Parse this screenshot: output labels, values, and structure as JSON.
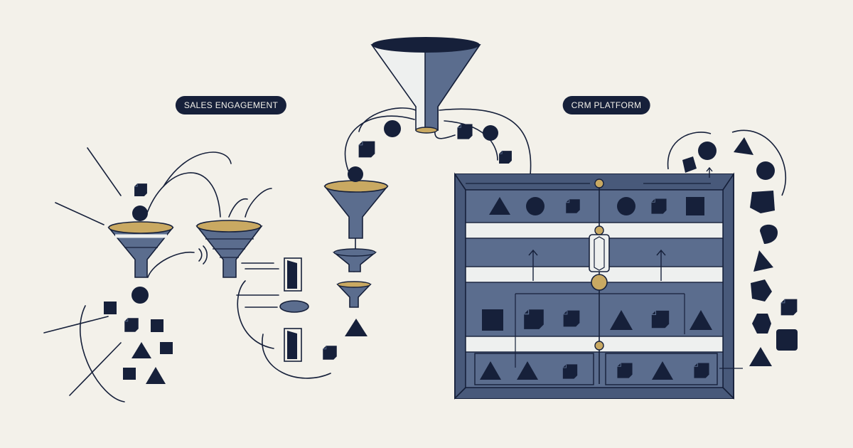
{
  "labels": {
    "sales_engagement": "SALES ENGAGEMENT",
    "crm_platform": "CRM PLATFORM"
  },
  "colors": {
    "background": "#f3f1ea",
    "navy": "#16203a",
    "slate": "#5b6d8e",
    "panel_light": "#eef0ef",
    "gold": "#c9a962"
  },
  "icons": [
    "funnel-icon",
    "circle-shape",
    "triangle-shape",
    "cube-shape",
    "square-shape",
    "pentagon-shape",
    "drop-shape",
    "hexagon-shape",
    "door-icon",
    "arrow-up-icon"
  ]
}
